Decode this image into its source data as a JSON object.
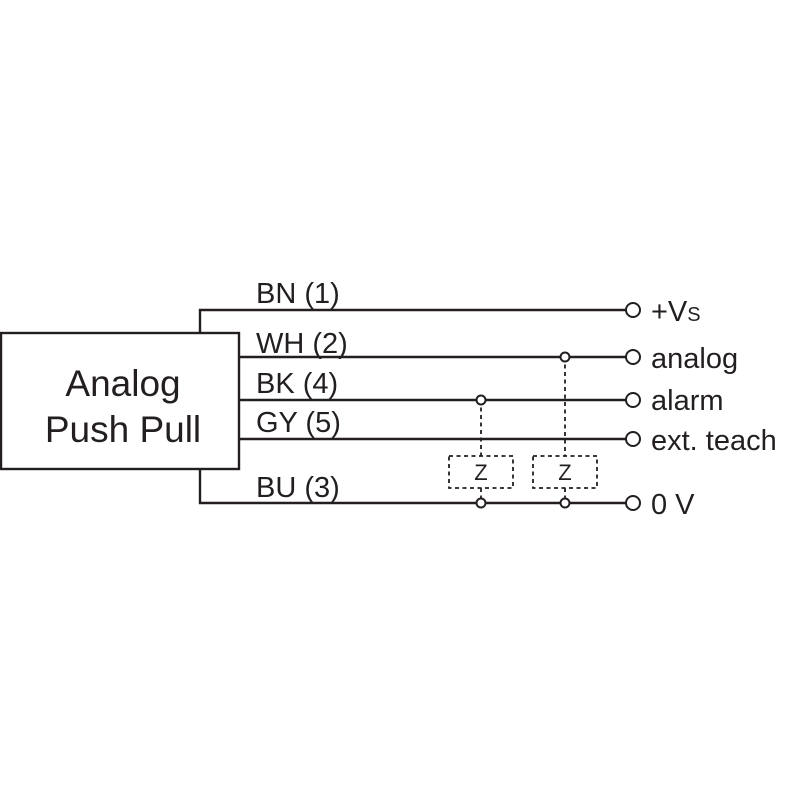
{
  "device": {
    "line1": "Analog",
    "line2": "Push Pull"
  },
  "wires": [
    {
      "label": "BN (1)",
      "output": "+V",
      "output_sub": "S"
    },
    {
      "label": "WH (2)",
      "output": "analog"
    },
    {
      "label": "BK (4)",
      "output": "alarm"
    },
    {
      "label": "GY (5)",
      "output": "ext. teach"
    },
    {
      "label": "BU (3)",
      "output": "0 V"
    }
  ],
  "loads": [
    {
      "label": "Z"
    },
    {
      "label": "Z"
    }
  ],
  "colors": {
    "line": "#231f20",
    "background": "#ffffff"
  }
}
